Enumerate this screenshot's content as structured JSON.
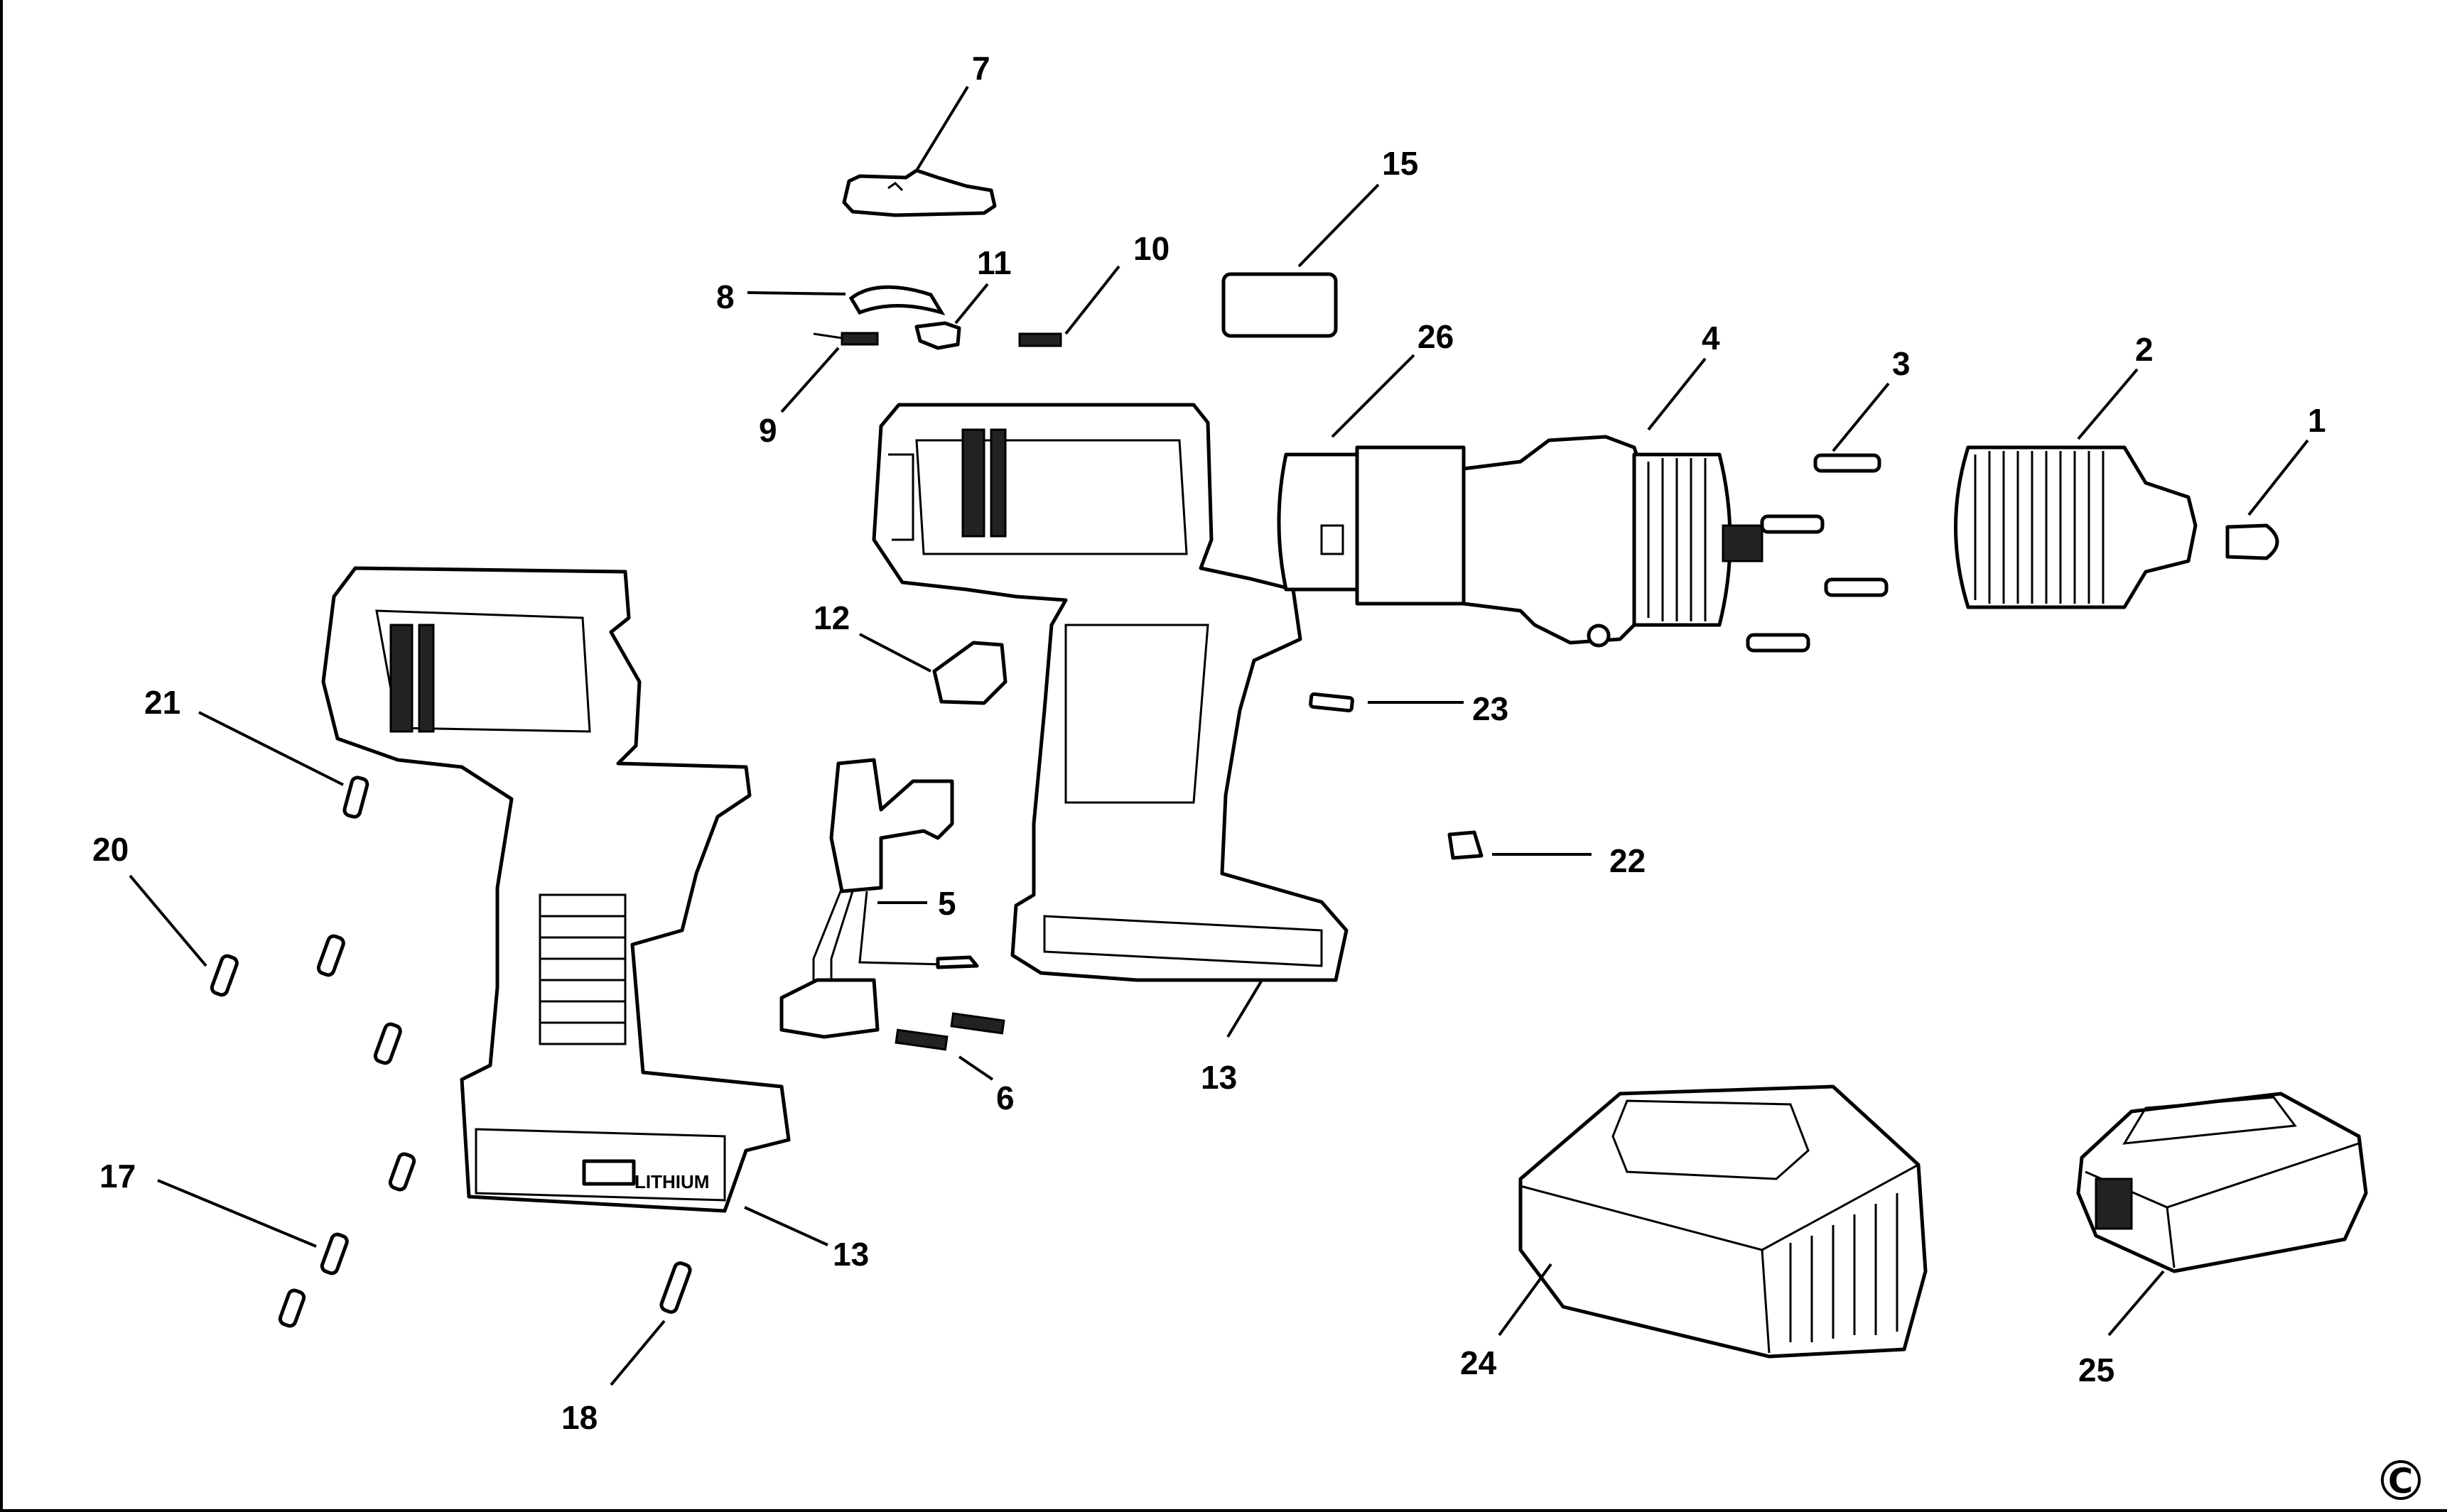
{
  "diagram": {
    "labels": {
      "p1": "1",
      "p2": "2",
      "p3": "3",
      "p4": "4",
      "p5": "5",
      "p6": "6",
      "p7": "7",
      "p8": "8",
      "p9": "9",
      "p10": "10",
      "p11": "11",
      "p12": "12",
      "p13a": "13",
      "p13b": "13",
      "p15": "15",
      "p17": "17",
      "p18": "18",
      "p20": "20",
      "p21": "21",
      "p22": "22",
      "p23": "23",
      "p24": "24",
      "p25": "25",
      "p26": "26"
    },
    "battery_text": "LITHIUM",
    "copyright": "C"
  }
}
